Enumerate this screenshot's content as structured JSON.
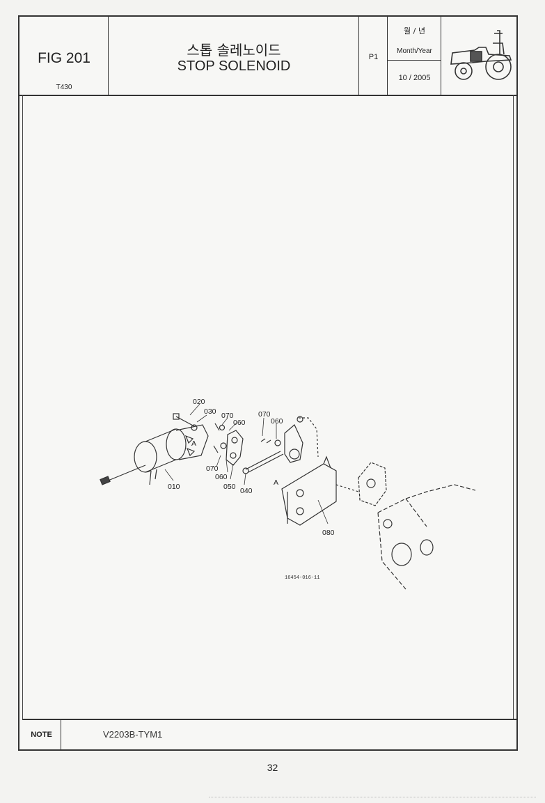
{
  "header": {
    "fig_no": "FIG 201",
    "model": "T430",
    "title_ko": "스톱 솔레노이드",
    "title_en": "STOP SOLENOID",
    "page": "P1",
    "date_label_ko": "월 / 년",
    "date_label_en": "Month/Year",
    "date_value": "10 / 2005",
    "logo_icon": "tractor-icon"
  },
  "diagram": {
    "callouts": [
      "020",
      "030",
      "070",
      "060",
      "070",
      "060",
      "A",
      "070",
      "060",
      "050",
      "040",
      "010",
      "A",
      "080"
    ],
    "drawing_no": "16454-016-11"
  },
  "note": {
    "label": "NOTE",
    "value": "V2203B-TYM1"
  },
  "footer": {
    "page_number": "32"
  }
}
